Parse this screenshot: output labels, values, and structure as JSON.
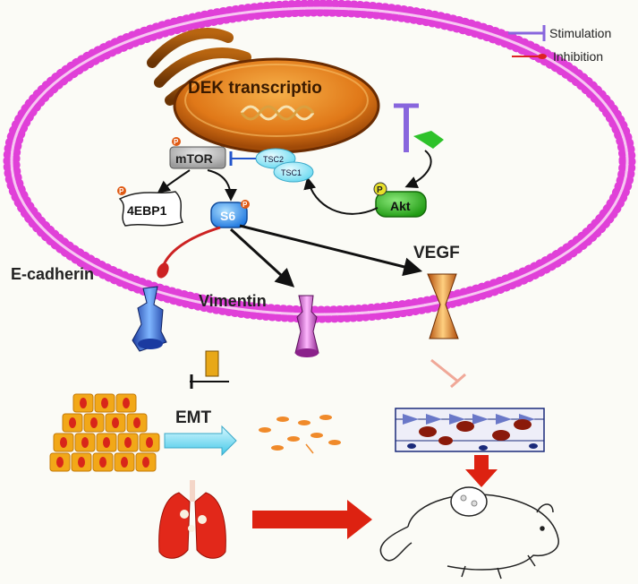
{
  "legend": {
    "stimulation": "Stimulation",
    "inhibition": "Inhibition"
  },
  "labels": {
    "nucleus": "DEK transcriptio",
    "mtor": "mTOR",
    "tsc2": "TSC2",
    "tsc1": "TSC1",
    "ebp": "4EBP1",
    "s6": "S6",
    "akt": "Akt",
    "phospho": "P",
    "vegf": "VEGF",
    "ecadherin": "E-cadherin",
    "vimentin": "Vimentin",
    "emt": "EMT"
  },
  "colors": {
    "membrane": "#e040d8",
    "nucleus": "#e07818",
    "stimulation": "#8866dd",
    "inhibition": "#dd2222",
    "akt": "#33bb22",
    "s6": "#2288ee",
    "red_arrow": "#dd2211"
  }
}
